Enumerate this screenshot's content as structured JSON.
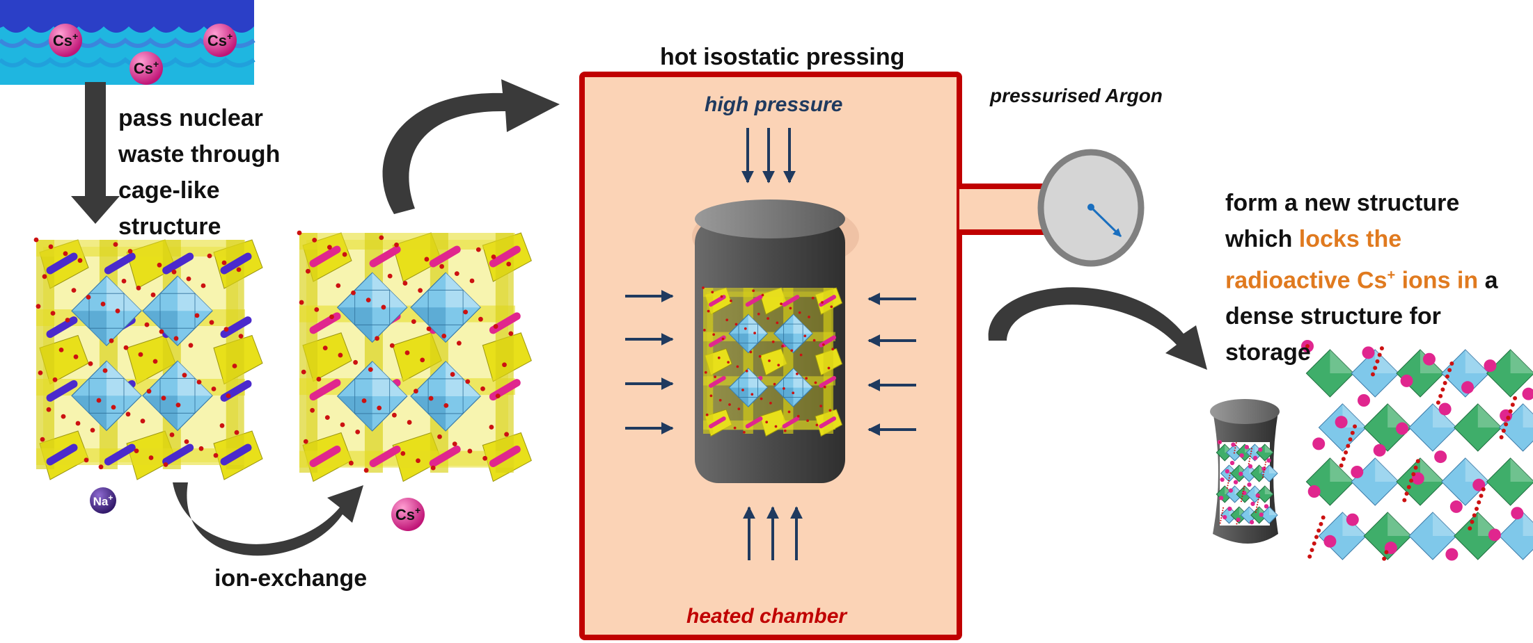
{
  "ions": {
    "cs": "Cs+",
    "na": "Na+",
    "cs_base": "Cs",
    "na_base": "Na",
    "sup": "+"
  },
  "labels": {
    "step1_lines": [
      "pass nuclear",
      "waste through",
      "cage-like",
      "structure"
    ],
    "ion_exchange": "ion-exchange",
    "hip_title": "hot isostatic pressing",
    "high_pressure": "high pressure",
    "heated_chamber": "heated chamber",
    "argon": "pressurised Argon",
    "result_l1": "form a new structure",
    "result_l2_a": "which ",
    "result_l2_b": "locks the",
    "result_l3_a": "radioactive Cs",
    "result_l3_sup": "+",
    "result_l3_b": " ions in",
    "result_l3_c": " a",
    "result_l4": "dense structure for",
    "result_l5": "storage"
  },
  "colors": {
    "water_dark": "#2b3fc7",
    "water_light": "#1fb6e0",
    "cs_ion": "#e0268e",
    "na_ion": "#4b2a8c",
    "chamber_fill": "#fbd3b6",
    "chamber_border": "#c00000",
    "arrow_gray": "#3a3a3a",
    "pressure_arrow": "#1f3a5f",
    "accent_orange": "#e07a1f",
    "polyhedra_yellow": "#e8e01a",
    "polyhedra_blue": "#7fc8ea",
    "polyhedra_green": "#3fae6a"
  }
}
